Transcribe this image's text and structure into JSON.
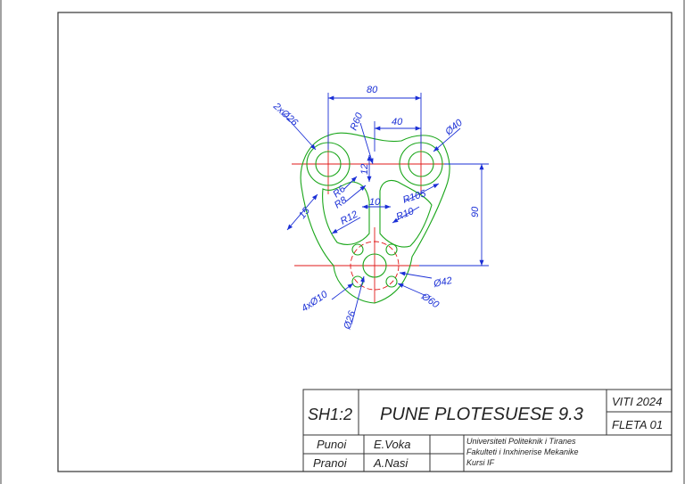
{
  "drawing": {
    "dimensions": {
      "d80": "80",
      "d40": "40",
      "r60": "R60",
      "d40dia": "Ø40",
      "d2xd26": "2xØ26",
      "d12": "12",
      "r6": "R6",
      "r8": "R8",
      "r105": "R105",
      "d10": "10",
      "r10": "R10",
      "d15": "15",
      "r12": "R12",
      "d90": "90",
      "d42": "Ø42",
      "d60": "Ø60",
      "d4xd10": "4xØ10",
      "d26": "Ø26"
    },
    "colors": {
      "outline": "#1aa61a",
      "dimension": "#1a2fd6",
      "centerline": "#e01818",
      "border": "#333333"
    }
  },
  "title_block": {
    "scale": "SH1:2",
    "title": "PUNE PLOTESUESE 9.3",
    "year": "VITI 2024",
    "sheet": "FLETA 01",
    "done_by_label": "Punoi",
    "done_by_name": "E.Voka",
    "checked_by_label": "Pranoi",
    "checked_by_name": "A.Nasi",
    "university": "Universiteti Politeknik i Tiranes",
    "faculty": "Fakulteti i Inxhinerise Mekanike",
    "course": "Kursi IF"
  }
}
